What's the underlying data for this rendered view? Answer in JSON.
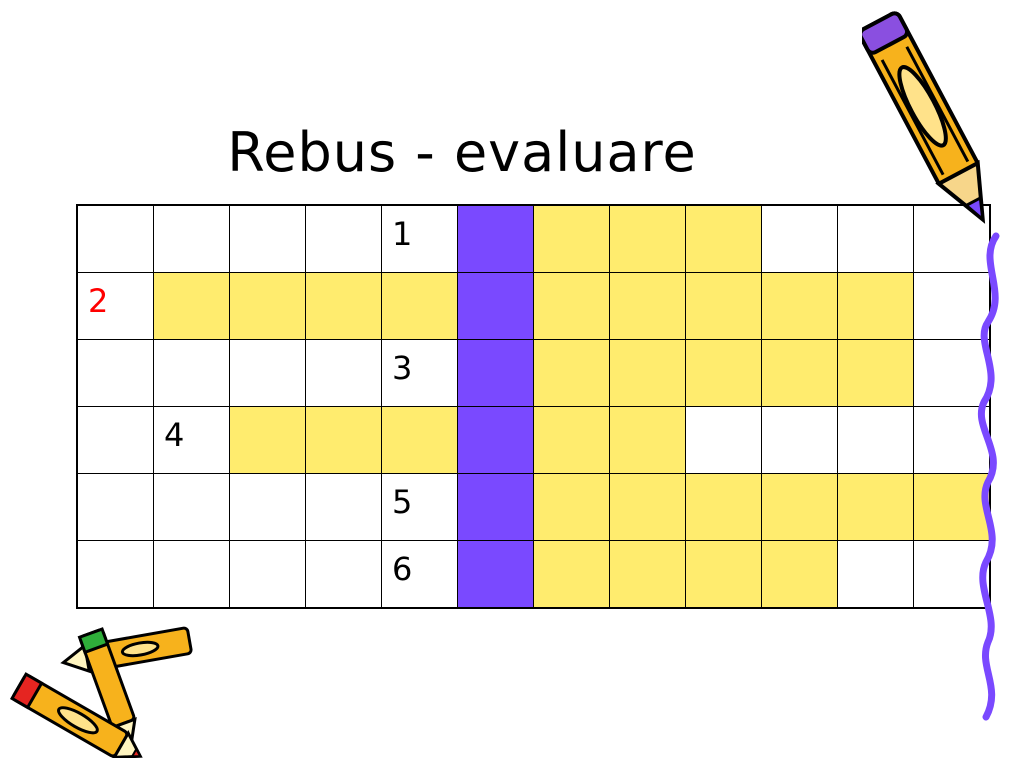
{
  "slide": {
    "title": "Rebus - evaluare"
  },
  "colors": {
    "white": "#ffffff",
    "yellow": "#ffec6e",
    "purple": "#7a49ff",
    "red_number": "#ff0000"
  },
  "crossword": {
    "rows": 6,
    "columns": 12,
    "key_column": 6,
    "grid": [
      [
        "w",
        "w",
        "w",
        "w",
        "w",
        "p",
        "y",
        "y",
        "y",
        "w",
        "w",
        "w"
      ],
      [
        "w",
        "y",
        "y",
        "y",
        "y",
        "p",
        "y",
        "y",
        "y",
        "y",
        "y",
        "w"
      ],
      [
        "w",
        "w",
        "w",
        "w",
        "w",
        "p",
        "y",
        "y",
        "y",
        "y",
        "y",
        "w"
      ],
      [
        "w",
        "w",
        "y",
        "y",
        "y",
        "p",
        "y",
        "y",
        "w",
        "w",
        "w",
        "w"
      ],
      [
        "w",
        "w",
        "w",
        "w",
        "w",
        "p",
        "y",
        "y",
        "y",
        "y",
        "y",
        "y"
      ],
      [
        "w",
        "w",
        "w",
        "w",
        "w",
        "p",
        "y",
        "y",
        "y",
        "y",
        "w",
        "w"
      ]
    ],
    "numbers": [
      {
        "label": "1",
        "row": 1,
        "col": 5,
        "color": "black"
      },
      {
        "label": "2",
        "row": 2,
        "col": 1,
        "color": "red"
      },
      {
        "label": "3",
        "row": 3,
        "col": 5,
        "color": "black"
      },
      {
        "label": "4",
        "row": 4,
        "col": 2,
        "color": "black"
      },
      {
        "label": "5",
        "row": 5,
        "col": 5,
        "color": "black"
      },
      {
        "label": "6",
        "row": 6,
        "col": 5,
        "color": "black"
      }
    ]
  },
  "decorations": {
    "top_right": "pencil-icon",
    "bottom_left": "crayons-icon",
    "right_edge": "squiggle-line"
  }
}
